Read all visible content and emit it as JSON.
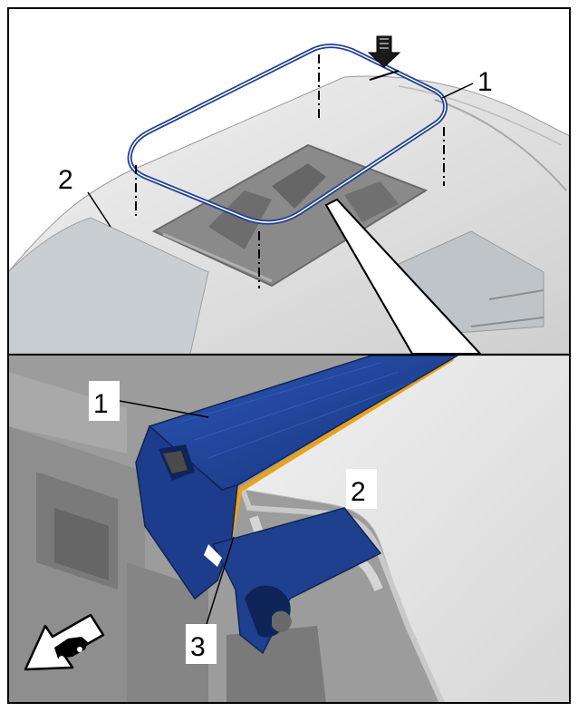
{
  "colors": {
    "frame": "#000000",
    "background": "#ffffff",
    "car_body": "#dcdcdc",
    "car_shadow": "#b8b8b8",
    "glass": "#c6cbd0",
    "seal_blue": "#1f3f8f",
    "seal_blue_dark": "#142c66",
    "adhesive": "#e8a21c",
    "panel_gray": "#e6e6e6",
    "interior": "#7d7d7d"
  },
  "top_view": {
    "callouts": {
      "seal": "1",
      "roof": "2"
    },
    "icons": {
      "press_direction": "down-arrow-icon"
    }
  },
  "detail_view": {
    "callouts": {
      "seal": "1",
      "panel": "2",
      "adhesive": "3"
    },
    "icons": {
      "travel_direction": "car-direction-arrow-icon"
    }
  }
}
